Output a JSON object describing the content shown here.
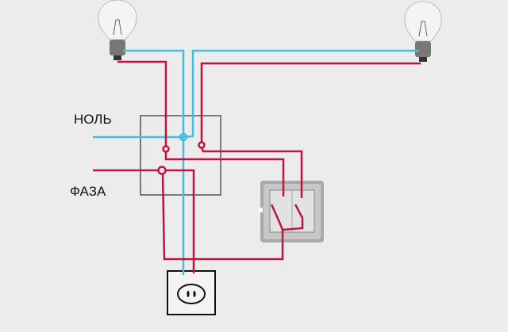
{
  "labels": {
    "neutral": "НОЛЬ",
    "phase": "ФАЗА"
  },
  "colors": {
    "neutral_wire": "#3fbfe6",
    "phase_wire": "#c0143c",
    "background": "#ececec",
    "junction_box": "#7a7a7a"
  },
  "components": [
    "light-bulb-left",
    "light-bulb-right",
    "junction-box",
    "double-switch",
    "power-socket"
  ]
}
